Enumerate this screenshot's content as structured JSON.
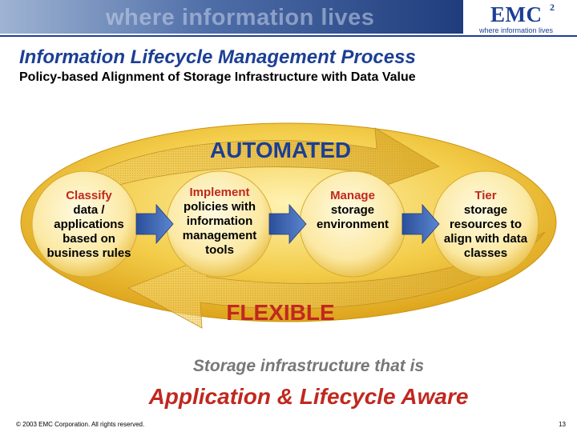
{
  "banner": {
    "tagline": "where information lives"
  },
  "logo": {
    "mark": "EMC",
    "superscript": "2",
    "tagline": "where information lives"
  },
  "header": {
    "title": "Information Lifecycle Management Process",
    "subtitle": "Policy-based Alignment of Storage Infrastructure with Data Value"
  },
  "diagram": {
    "top_label": "AUTOMATED",
    "bottom_label": "FLEXIBLE",
    "steps": [
      {
        "head": "Classify",
        "lines": [
          "data /",
          "applications",
          "based on",
          "business rules"
        ]
      },
      {
        "head": "Implement",
        "lines": [
          "policies with",
          "information",
          "management",
          "tools"
        ]
      },
      {
        "head": "Manage",
        "lines": [
          "storage",
          "environment"
        ]
      },
      {
        "head": "Tier",
        "lines": [
          "storage",
          "resources to",
          "align with data",
          "classes"
        ]
      }
    ]
  },
  "tagline": {
    "line1": "Storage infrastructure that is",
    "line2": "Application & Lifecycle Aware"
  },
  "footer": {
    "copyright": "© 2003 EMC Corporation. All rights reserved.",
    "page_number": "13"
  },
  "colors": {
    "navy": "#1c3f94",
    "red": "#c0281f",
    "gold": "#e9b820",
    "arrow_blue": "#3d66b0"
  }
}
